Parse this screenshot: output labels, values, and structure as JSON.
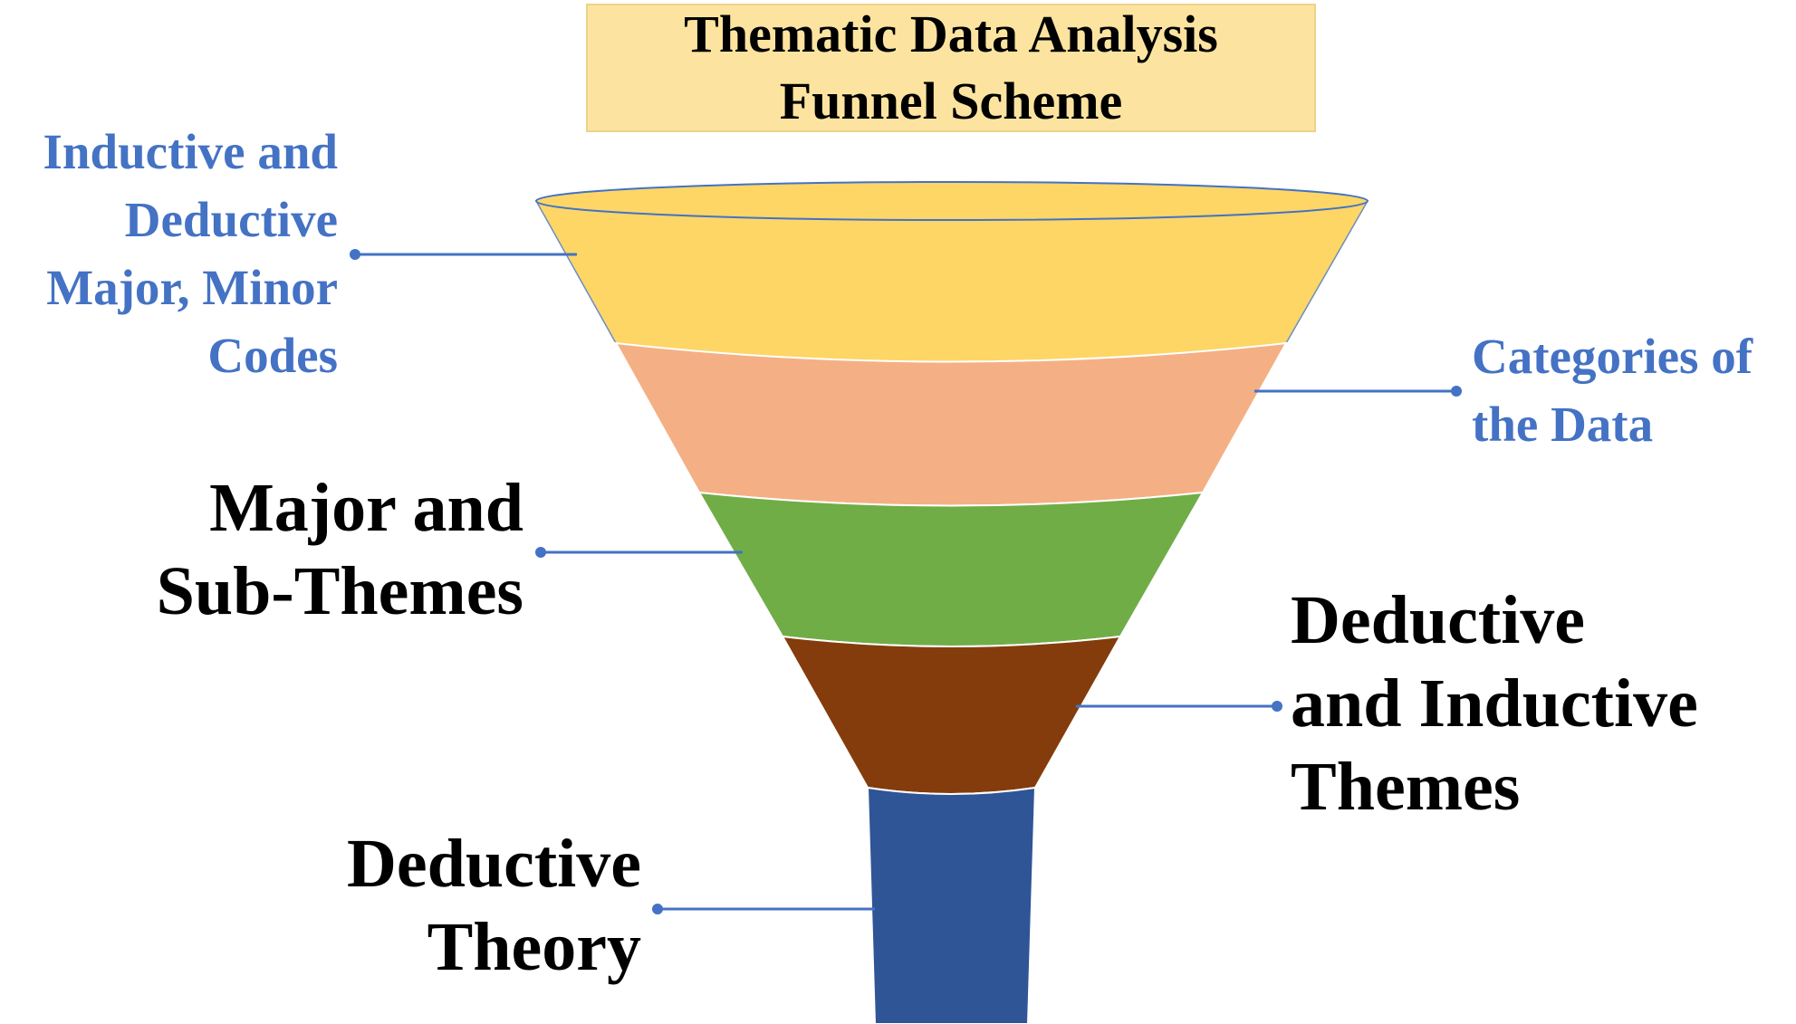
{
  "title": {
    "line1": "Thematic Data Analysis",
    "line2": "Funnel Scheme"
  },
  "layers": [
    {
      "name": "Inductive and Deductive Major, Minor Codes",
      "color": "#fdd666",
      "label_lines": [
        "Inductive and",
        "Deductive",
        "Major, Minor",
        "Codes"
      ],
      "label_color": "#4472c4"
    },
    {
      "name": "Categories of the Data",
      "color": "#f4b084",
      "label_lines": [
        "Categories of",
        "the Data"
      ],
      "label_color": "#4472c4"
    },
    {
      "name": "Major and Sub-Themes",
      "color": "#70ad47",
      "label_lines": [
        "Major and",
        "Sub-Themes"
      ],
      "label_color": "#000000"
    },
    {
      "name": "Deductive and Inductive Themes",
      "color": "#843c0c",
      "label_lines": [
        "Deductive",
        "and Inductive",
        "Themes"
      ],
      "label_color": "#000000"
    },
    {
      "name": "Deductive Theory",
      "color": "#2f5597",
      "label_lines": [
        "Deductive",
        "Theory"
      ],
      "label_color": "#000000"
    }
  ],
  "connector_color": "#4472c4"
}
